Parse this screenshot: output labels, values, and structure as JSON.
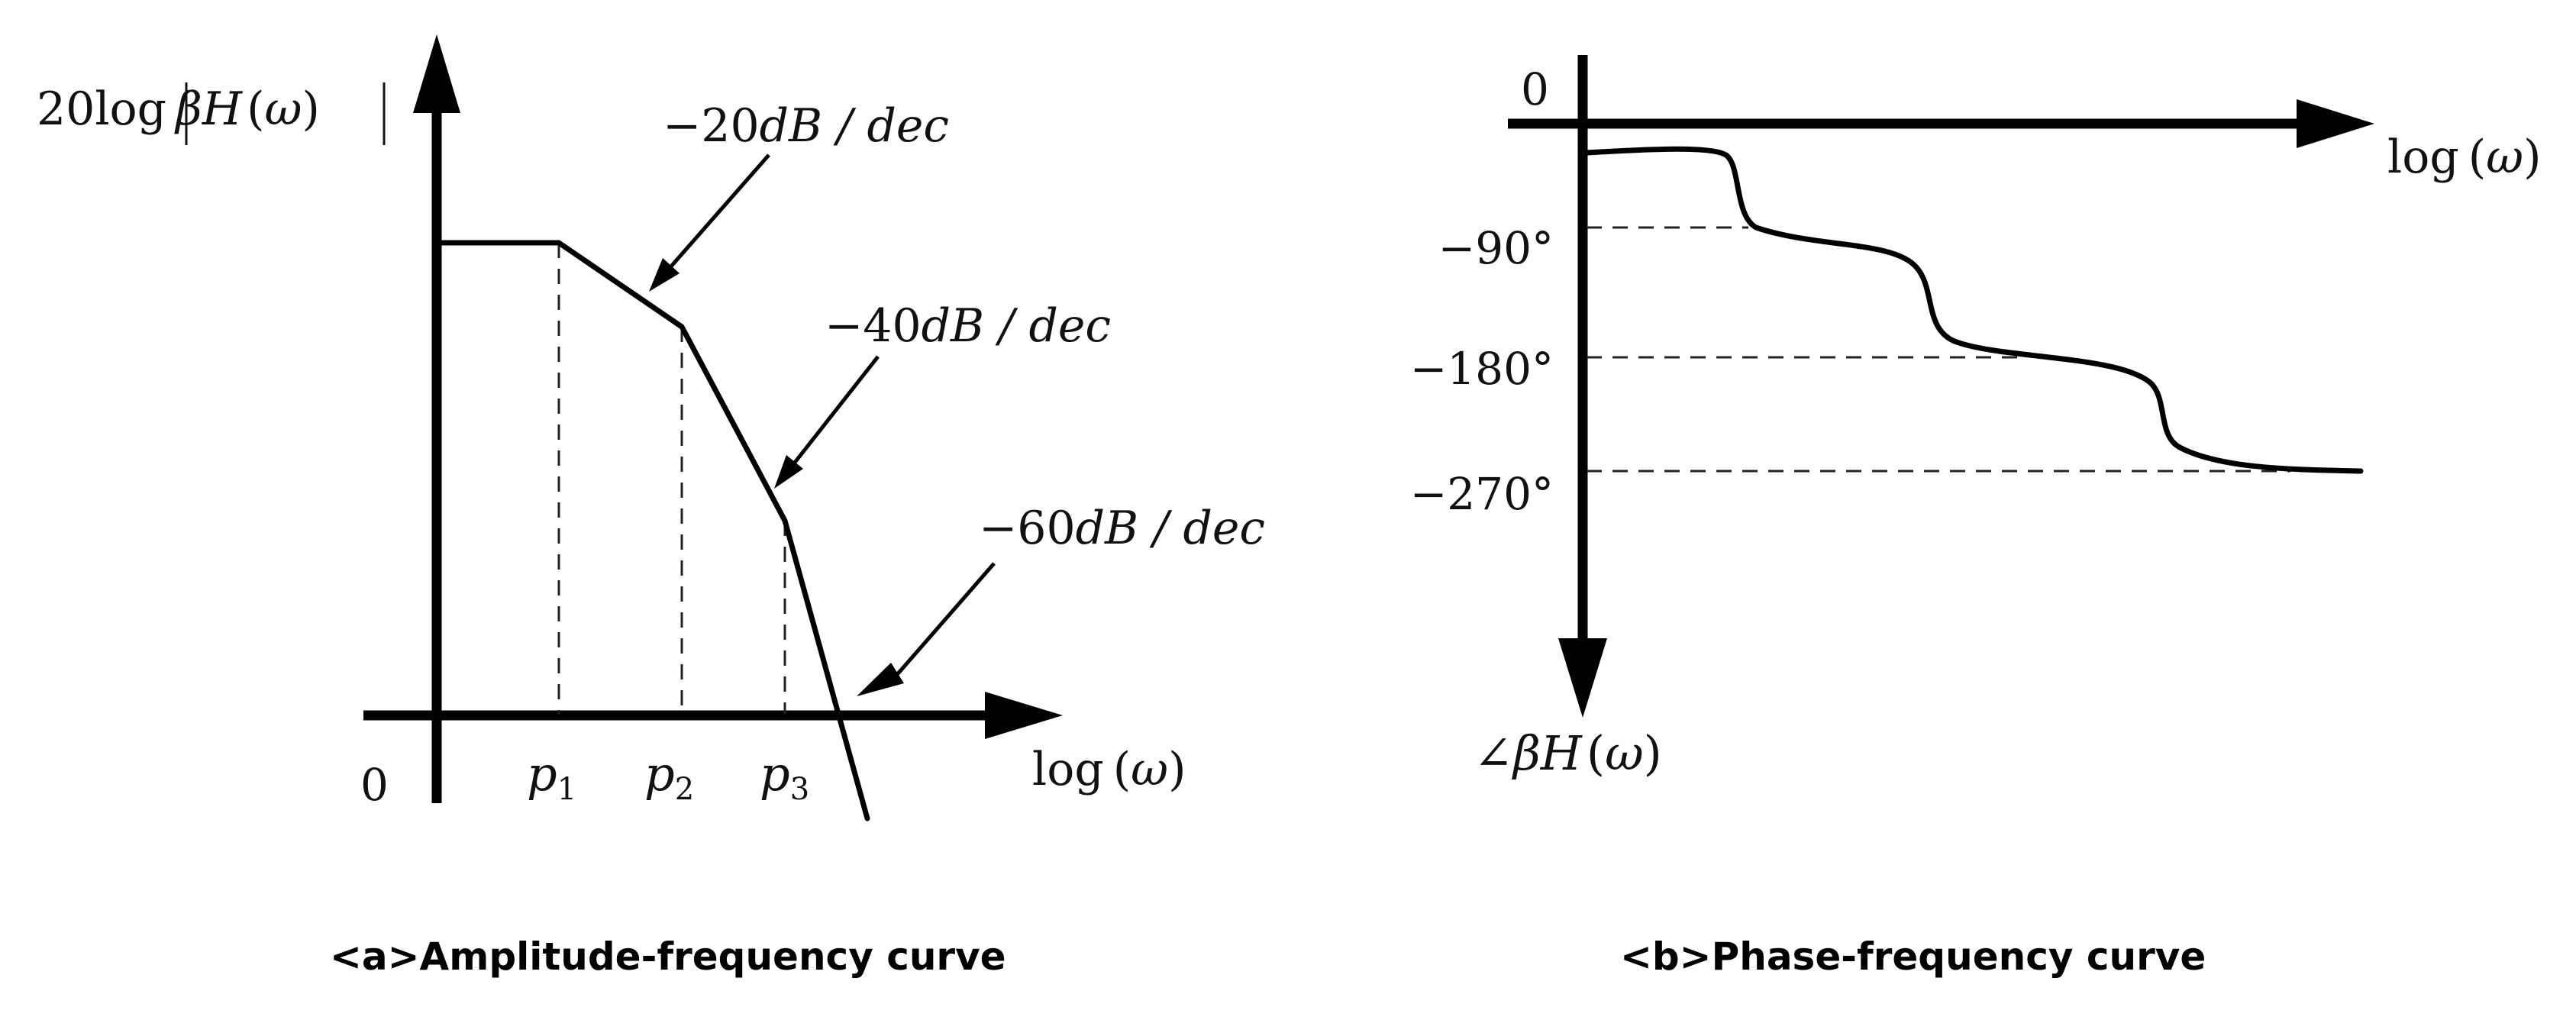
{
  "chart_data": [
    {
      "type": "line",
      "panel": "a",
      "caption": "<a>Amplitude-frequency curve",
      "ylabel": "20log|βH(ω)|",
      "xlabel": "log(ω)",
      "origin_label": "0",
      "x_ticks": [
        "p1",
        "p2",
        "p3"
      ],
      "segments": [
        {
          "from": "0",
          "to": "p1",
          "slope": "0dB/dec"
        },
        {
          "from": "p1",
          "to": "p2",
          "slope": "−20dB/dec"
        },
        {
          "from": "p2",
          "to": "p3",
          "slope": "−40dB/dec"
        },
        {
          "from": "p3",
          "to": "beyond",
          "slope": "−60dB/dec"
        }
      ],
      "annotations": [
        "−20dB / dec",
        "−40dB / dec",
        "−60dB / dec"
      ],
      "grid": false
    },
    {
      "type": "line",
      "panel": "b",
      "caption": "<b>Phase-frequency curve",
      "ylabel": "∠βH(ω)",
      "xlabel": "log(ω)",
      "origin_label": "0",
      "y_ticks": [
        "−90°",
        "−180°",
        "−270°"
      ],
      "y_values_deg": [
        0,
        -90,
        -180,
        -270
      ],
      "curve_shape": "three steps from 0° down to −270°",
      "grid": false
    }
  ]
}
